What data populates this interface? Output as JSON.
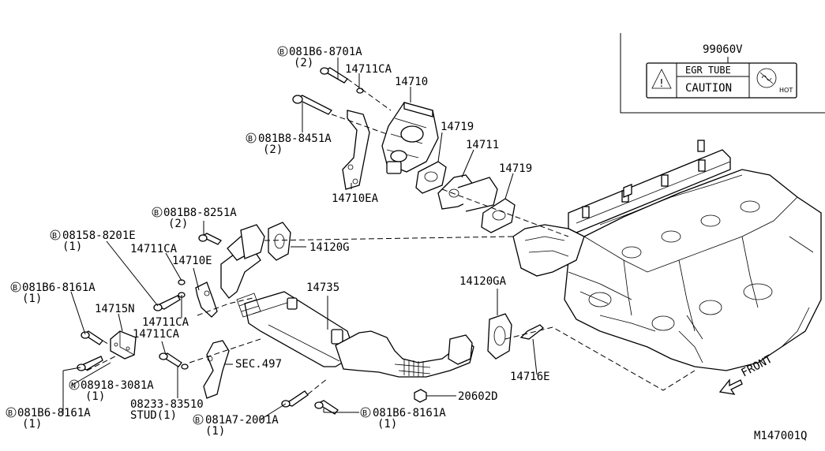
{
  "caution_label": {
    "part_no": "99060V",
    "egr_tube": "EGR TUBE",
    "caution": "CAUTION",
    "hot": "HOT"
  },
  "callouts": [
    {
      "id": "c1",
      "text": "B081B6-8701A",
      "qty": "(2)"
    },
    {
      "id": "c2",
      "text": "14711CA"
    },
    {
      "id": "c3",
      "text": "14710"
    },
    {
      "id": "c4",
      "text": "B081B8-8451A",
      "qty": "(2)"
    },
    {
      "id": "c5",
      "text": "14719"
    },
    {
      "id": "c6",
      "text": "14711"
    },
    {
      "id": "c7",
      "text": "14719"
    },
    {
      "id": "c8",
      "text": "14710EA"
    },
    {
      "id": "c9",
      "text": "B081B8-8251A",
      "qty": "(2)"
    },
    {
      "id": "c10",
      "text": "B08158-8201E",
      "qty": "(1)"
    },
    {
      "id": "c11",
      "text": "14120G"
    },
    {
      "id": "c12",
      "text": "14711CA"
    },
    {
      "id": "c13",
      "text": "14710E"
    },
    {
      "id": "c14",
      "text": "B081B6-8161A",
      "qty": "(1)"
    },
    {
      "id": "c15",
      "text": "14735"
    },
    {
      "id": "c16",
      "text": "14715N"
    },
    {
      "id": "c17",
      "text": "14120GA"
    },
    {
      "id": "c18",
      "text": "14711CA"
    },
    {
      "id": "c19",
      "text": "14711CA"
    },
    {
      "id": "c20",
      "text": "SEC.497"
    },
    {
      "id": "c21",
      "text": "N08918-3081A",
      "qty": "(1)"
    },
    {
      "id": "c22",
      "text": "08233-83510",
      "qty": "STUD(1)"
    },
    {
      "id": "c23",
      "text": "14716E"
    },
    {
      "id": "c24",
      "text": "20602D"
    },
    {
      "id": "c25",
      "text": "B081B6-8161A",
      "qty": "(1)"
    },
    {
      "id": "c26",
      "text": "B081A7-2001A",
      "qty": "(1)"
    },
    {
      "id": "c27",
      "text": "B081B6-8161A",
      "qty": "(1)"
    }
  ],
  "front_label": "FRONT",
  "diagram_id": "M147001Q"
}
